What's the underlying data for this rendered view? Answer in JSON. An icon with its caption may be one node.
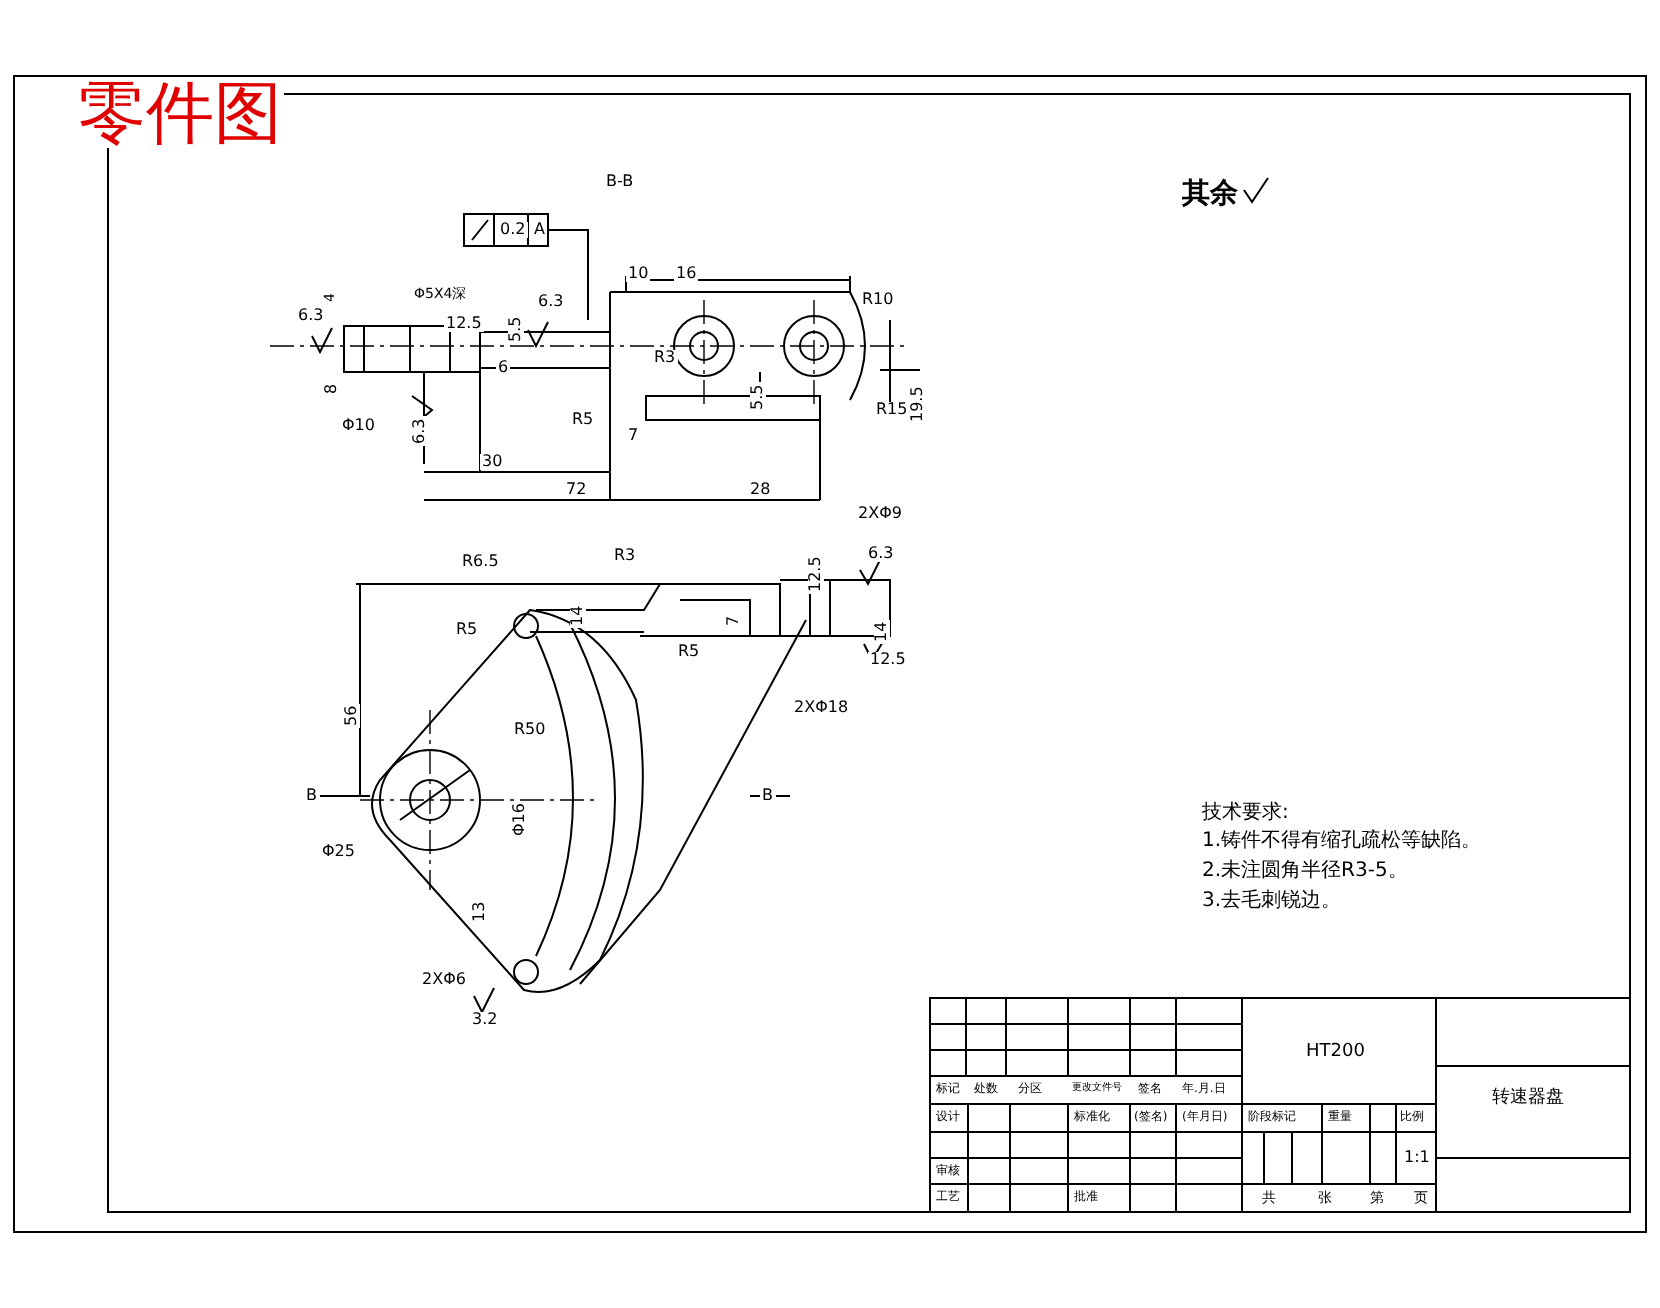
{
  "diagram": {
    "title": "零件图",
    "labels": [
      "其余",
      "B-B",
      "0.2",
      "A",
      "10",
      "16",
      "R10",
      "6.3",
      "4",
      "Φ5X4深",
      "12.5",
      "5.5",
      "6.3",
      "8",
      "6",
      "R3",
      "5.5",
      "19.5",
      "R15",
      "R5",
      "7",
      "6.3",
      "Φ10",
      "30",
      "72",
      "28",
      "2XΦ9",
      "12.5",
      "6.3",
      "R6.5",
      "R3",
      "14",
      "7",
      "14",
      "12.5",
      "R5",
      "R5",
      "2XΦ18",
      "56",
      "R50",
      "B",
      "B",
      "Φ16",
      "Φ25",
      "13",
      "2XΦ6",
      "3.2",
      "技术要求:",
      "1.铸件不得有缩孔疏松等缺陷。",
      "2.未注圆角半径R3-5。",
      "3.去毛刺锐边。",
      "HT200",
      "标记",
      "处数",
      "分区",
      "更改文件号",
      "签名",
      "年.月.日",
      "设计",
      "标准化",
      "(签名)",
      "(年月日)",
      "阶段标记",
      "重量",
      "比例",
      "1:1",
      "审核",
      "工艺",
      "批准",
      "共",
      "张",
      "第",
      "页",
      "转速器盘"
    ]
  }
}
